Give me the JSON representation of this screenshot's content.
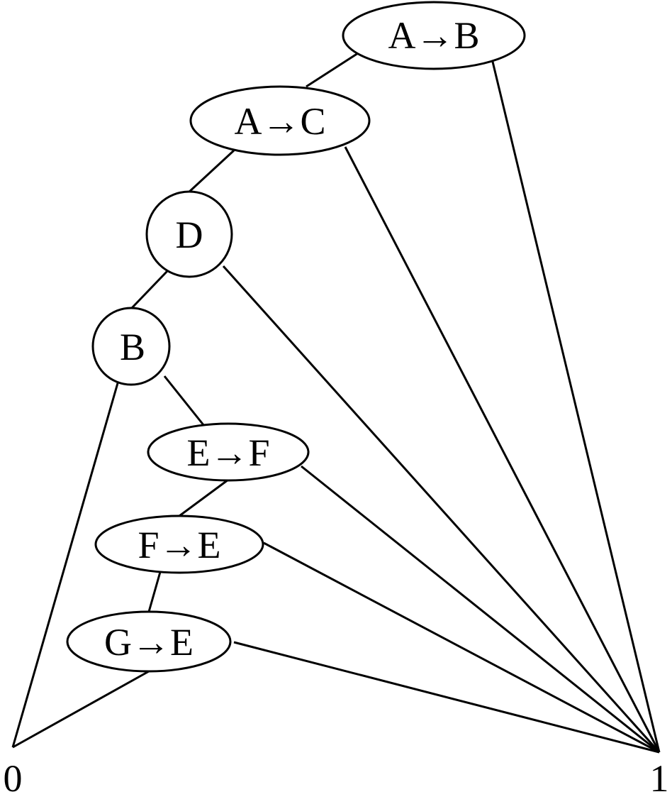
{
  "nodes": {
    "a_to_b": "A→B",
    "a_to_c": "A→C",
    "d": "D",
    "b": "B",
    "e_to_f": "E→F",
    "f_to_e": "F→E",
    "g_to_e": "G→E"
  },
  "terminals": {
    "zero": "0",
    "one": "1"
  }
}
